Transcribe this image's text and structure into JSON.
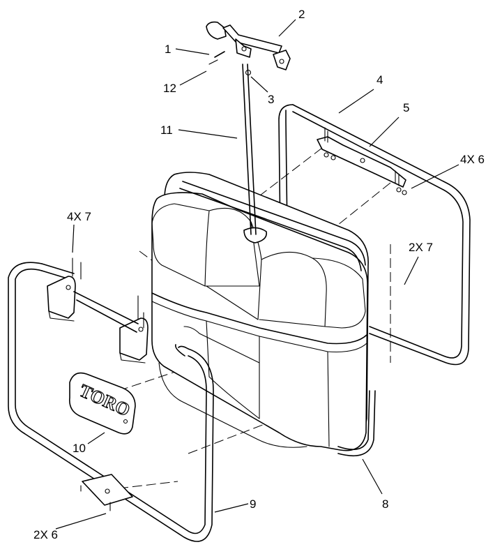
{
  "diagram": {
    "callouts": {
      "c1": "1",
      "c2": "2",
      "c3": "3",
      "c4": "4",
      "c5": "5",
      "c6": "4X 6",
      "c7a": "4X 7",
      "c7b": "2X 7",
      "c8": "8",
      "c9": "9",
      "c10": "10",
      "c11": "11",
      "c12": "12",
      "c6b": "2X 6"
    },
    "logo_text": "TORO"
  }
}
